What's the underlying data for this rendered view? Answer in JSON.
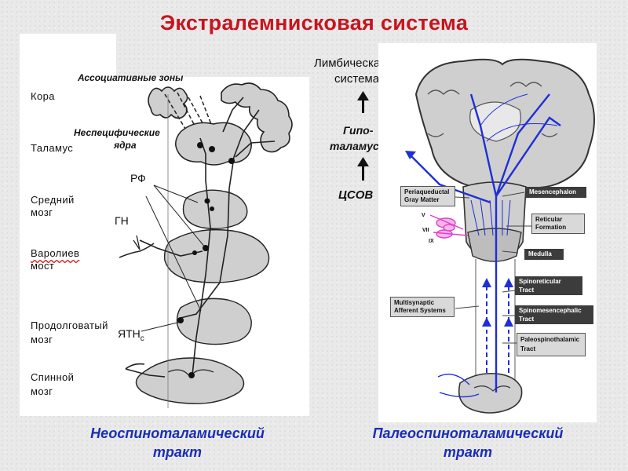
{
  "title": "Экстралемнисковая система",
  "left": {
    "levels": {
      "cortex": "Кора",
      "thalamus": "Таламус",
      "midbrain_1": "Средний",
      "midbrain_2": "мозг",
      "pons_1": "Варолиев",
      "pons_2": "мост",
      "medulla_1": "Продолговатый",
      "medulla_2": "мозг",
      "spinal_1": "Спинной",
      "spinal_2": "мозг"
    },
    "annotations": {
      "assoc": "Ассоциативные зоны",
      "nonspec_1": "Неспецифические",
      "nonspec_2": "ядра",
      "rf": "РФ",
      "gn": "ГН",
      "yatn": "ЯТН",
      "yatn_sub": "с"
    },
    "caption_1": "Неоспиноталамический",
    "caption_2": "тракт"
  },
  "middle": {
    "limbic_1": "Лимбическая",
    "limbic_2": "система",
    "hypo_1": "Гипо-",
    "hypo_2": "таламус",
    "csov": "ЦСОВ"
  },
  "right": {
    "periaqueductal_1": "Periaqueductal",
    "periaqueductal_2": "Gray Matter",
    "mesencephalon": "Mesencephalon",
    "reticular_1": "Reticular",
    "reticular_2": "Formation",
    "medulla": "Medulla",
    "cranial_v": "V",
    "cranial_vii": "VII",
    "cranial_ix": "IX",
    "spinoreticular_1": "Spinoreticular",
    "spinoreticular_2": "Tract",
    "spinomesencephalic_1": "Spinomesencephalic",
    "spinomesencephalic_2": "Tract",
    "multisynaptic_1": "Multisynaptic",
    "multisynaptic_2": "Afferent Systems",
    "paleospino_1": "Paleospinothalamic",
    "paleospino_2": "Tract",
    "caption_1": "Палеоспиноталамический",
    "caption_2": "тракт"
  },
  "colors": {
    "title": "#c8141e",
    "caption": "#1a2db8",
    "tract_blue": "#1f2fd6",
    "nerve_pink": "#e040c8"
  }
}
